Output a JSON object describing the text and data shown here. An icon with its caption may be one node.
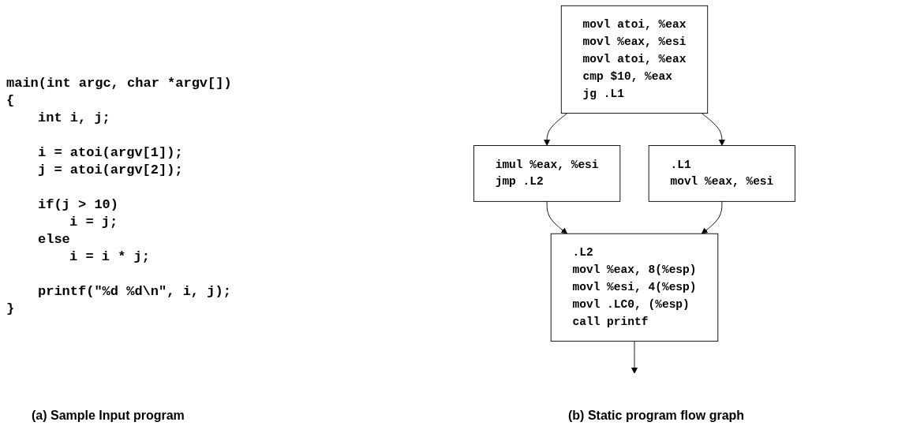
{
  "diagram": {
    "nodes": [
      {
        "text": [
          "movl atoi, %eax",
          "movl %eax, %esi",
          "movl atoi, %eax",
          "cmp $10, %eax",
          "jg .L1"
        ]
      },
      {
        "text": [
          "imul %eax, %esi",
          "jmp .L2"
        ]
      },
      {
        "text": [
          ".L1",
          "movl %eax, %esi"
        ]
      },
      {
        "text": [
          ".L2",
          "movl %eax, 8(%esp)",
          "movl %esi, 4(%esp)",
          "movl .LC0, (%esp)",
          "call printf"
        ]
      }
    ],
    "edges": [
      {
        "from": 0,
        "to": 1,
        "arrow": "to"
      },
      {
        "from": 0,
        "to": 2,
        "arrow": "to"
      },
      {
        "from": 1,
        "to": 3,
        "arrow": "to"
      },
      {
        "from": 2,
        "to": 3,
        "arrow": "to"
      },
      {
        "from": 3,
        "to": null,
        "arrow": "to"
      }
    ],
    "labels": [
      "main(int argc, char *argv[])",
      "{",
      "int i, j;",
      "i = atoi(argv[1]);",
      "j = atoi(argv[2]);",
      "if(j > 10)",
      "i = j;",
      "else",
      "i = i * j;",
      "printf(\"%d %d\\n\", i, j);",
      "}",
      "(a) Sample Input program",
      "(b) Static program flow graph"
    ]
  }
}
